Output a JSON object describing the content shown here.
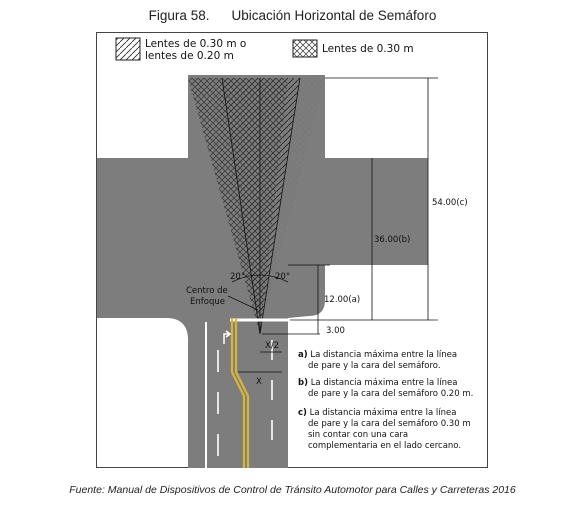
{
  "title": {
    "number": "Figura 58.",
    "text": "Ubicación Horizontal de Semáforo"
  },
  "legend": {
    "item1_line1": "Lentes de 0.30 m o",
    "item1_line2": "lentes de 0.20 m",
    "item2": "Lentes de 0.30 m"
  },
  "dimensions": {
    "d54": "54.00(c)",
    "d36": "36.00(b)",
    "d12": "12.00(a)",
    "d3": "3.00"
  },
  "angles": {
    "left": "20°",
    "right": "20°"
  },
  "focus_label": {
    "line1": "Centro de",
    "line2": "Enfoque"
  },
  "offsets": {
    "half": "X/2",
    "full": "X"
  },
  "notes": {
    "a": {
      "tag": "a)",
      "l1": "La distancia máxima entre la línea",
      "l2": "de pare y la cara del semáforo."
    },
    "b": {
      "tag": "b)",
      "l1": "La distancia máxima entre la línea",
      "l2": "de pare y la cara del semáforo 0.20 m."
    },
    "c": {
      "tag": "c)",
      "l1": "La distancia máxima entre la línea",
      "l2": "de pare y la cara del semáforo 0.30 m",
      "l3": "sin contar con una cara",
      "l4": "complementaria en el lado cercano."
    }
  },
  "caption": "Fuente: Manual de Dispositivos de Control de Tránsito Automotor para Calles y Carreteras 2016",
  "colors": {
    "road": "#7d7d7d",
    "marking": "#ffffff",
    "centerline": "#d9b53a",
    "line": "#111111"
  }
}
